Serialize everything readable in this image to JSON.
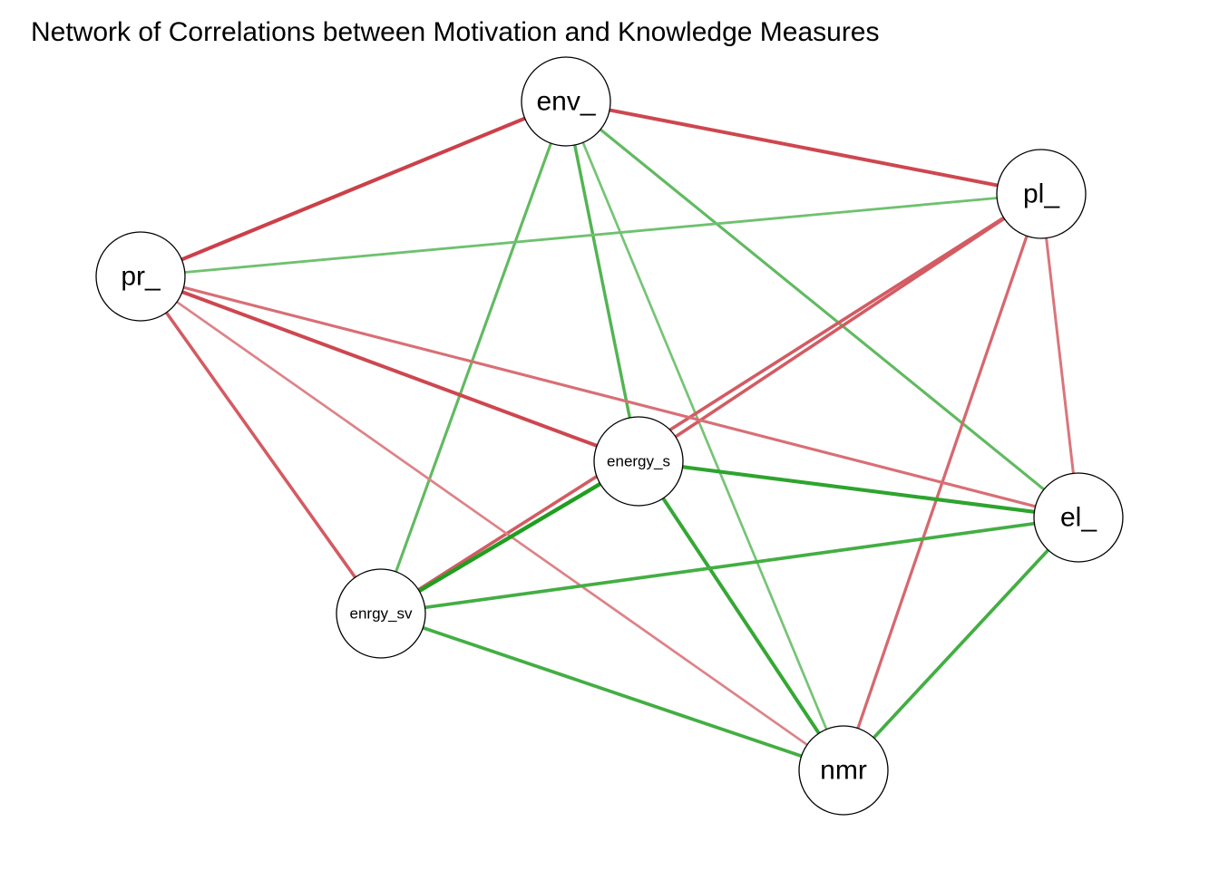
{
  "diagram": {
    "title": "Network of Correlations between Motivation and Knowledge Measures",
    "colors": {
      "positive": "#1f9e1f",
      "negative": "#c8333c",
      "node_fill": "#ffffff",
      "node_stroke": "#000000"
    },
    "nodes": [
      {
        "id": "env_",
        "label": "env_"
      },
      {
        "id": "pl_",
        "label": "pl_"
      },
      {
        "id": "pr_",
        "label": "pr_"
      },
      {
        "id": "energy_s",
        "label": "energy_s"
      },
      {
        "id": "el_",
        "label": "el_"
      },
      {
        "id": "enrgy_sv",
        "label": "enrgy_sv"
      },
      {
        "id": "nmr",
        "label": "nmr"
      }
    ],
    "edges": [
      {
        "from": "env_",
        "to": "pl_",
        "sign": "negative",
        "strength": 0.85
      },
      {
        "from": "env_",
        "to": "pr_",
        "sign": "negative",
        "strength": 0.9
      },
      {
        "from": "env_",
        "to": "energy_s",
        "sign": "positive",
        "strength": 0.65
      },
      {
        "from": "env_",
        "to": "enrgy_sv",
        "sign": "positive",
        "strength": 0.55
      },
      {
        "from": "env_",
        "to": "nmr",
        "sign": "positive",
        "strength": 0.4
      },
      {
        "from": "env_",
        "to": "el_",
        "sign": "positive",
        "strength": 0.55
      },
      {
        "from": "pl_",
        "to": "pr_",
        "sign": "positive",
        "strength": 0.45
      },
      {
        "from": "pl_",
        "to": "energy_s",
        "sign": "negative",
        "strength": 0.7
      },
      {
        "from": "pl_",
        "to": "enrgy_sv",
        "sign": "negative",
        "strength": 0.7
      },
      {
        "from": "pl_",
        "to": "nmr",
        "sign": "negative",
        "strength": 0.6
      },
      {
        "from": "pl_",
        "to": "el_",
        "sign": "negative",
        "strength": 0.5
      },
      {
        "from": "pr_",
        "to": "energy_s",
        "sign": "negative",
        "strength": 0.85
      },
      {
        "from": "pr_",
        "to": "el_",
        "sign": "negative",
        "strength": 0.55
      },
      {
        "from": "pr_",
        "to": "enrgy_sv",
        "sign": "negative",
        "strength": 0.7
      },
      {
        "from": "pr_",
        "to": "nmr",
        "sign": "negative",
        "strength": 0.4
      },
      {
        "from": "energy_s",
        "to": "el_",
        "sign": "positive",
        "strength": 0.9
      },
      {
        "from": "energy_s",
        "to": "enrgy_sv",
        "sign": "positive",
        "strength": 1.0
      },
      {
        "from": "energy_s",
        "to": "nmr",
        "sign": "positive",
        "strength": 0.85
      },
      {
        "from": "enrgy_sv",
        "to": "el_",
        "sign": "positive",
        "strength": 0.75
      },
      {
        "from": "enrgy_sv",
        "to": "nmr",
        "sign": "positive",
        "strength": 0.75
      },
      {
        "from": "el_",
        "to": "nmr",
        "sign": "positive",
        "strength": 0.75
      }
    ]
  }
}
